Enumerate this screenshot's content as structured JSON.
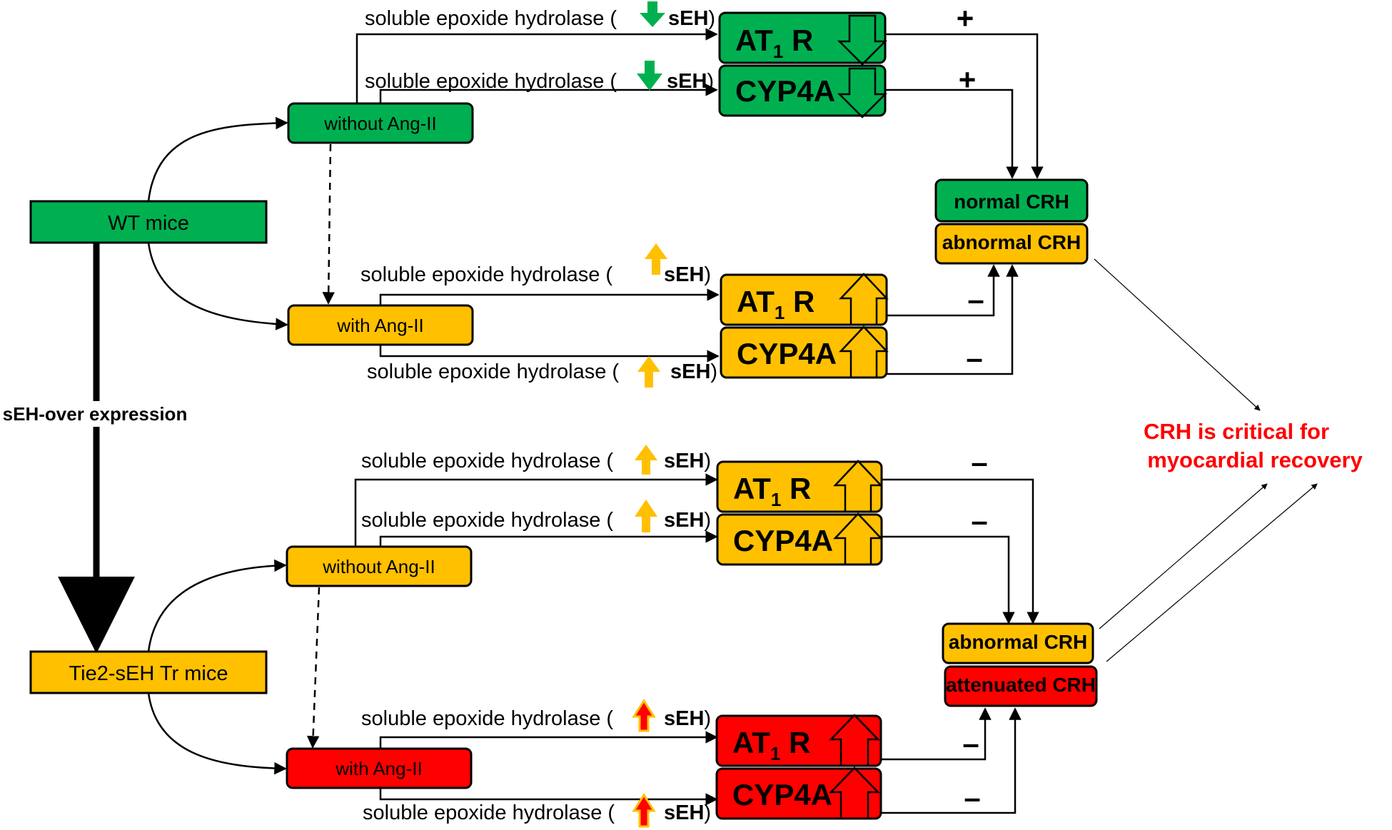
{
  "colors": {
    "green": "#00B050",
    "orange": "#FFC000",
    "red": "#FF0000",
    "text_red": "#FF0000"
  },
  "labels": {
    "seh_enzyme": "soluble epoxide hydrolase (",
    "seh_abbrev": "sEH",
    "close_paren": ")",
    "plus": "+",
    "minus": "–",
    "at1r_main": "AT",
    "at1r_sub": "1",
    "at1r_tail": " R",
    "cyp4a": "CYP4A"
  },
  "nodes": {
    "wt_mice": "WT mice",
    "tie2_mice": "Tie2-sEH Tr mice",
    "without_ang_ii": "without Ang-II",
    "with_ang_ii": "with Ang-II",
    "normal_crh": "normal CRH",
    "abnormal_crh": "abnormal CRH",
    "attenuated_crh": "attenuated CRH"
  },
  "annotations": {
    "overexpression": "sEH-over expression",
    "conclusion_line1": "CRH is critical for",
    "conclusion_line2": "myocardial recovery"
  }
}
